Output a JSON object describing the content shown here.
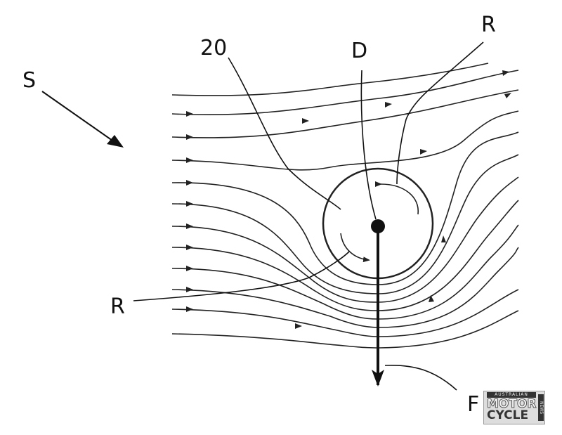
{
  "labels": {
    "system": "S",
    "cylinder": "20",
    "direction": "D",
    "rotation_top": "R",
    "rotation_bottom": "R",
    "force": "F"
  },
  "watermark": {
    "top": "AUSTRALIAN",
    "line1": "MOTOR",
    "line2": "CYCLE",
    "side": "NEWS"
  }
}
